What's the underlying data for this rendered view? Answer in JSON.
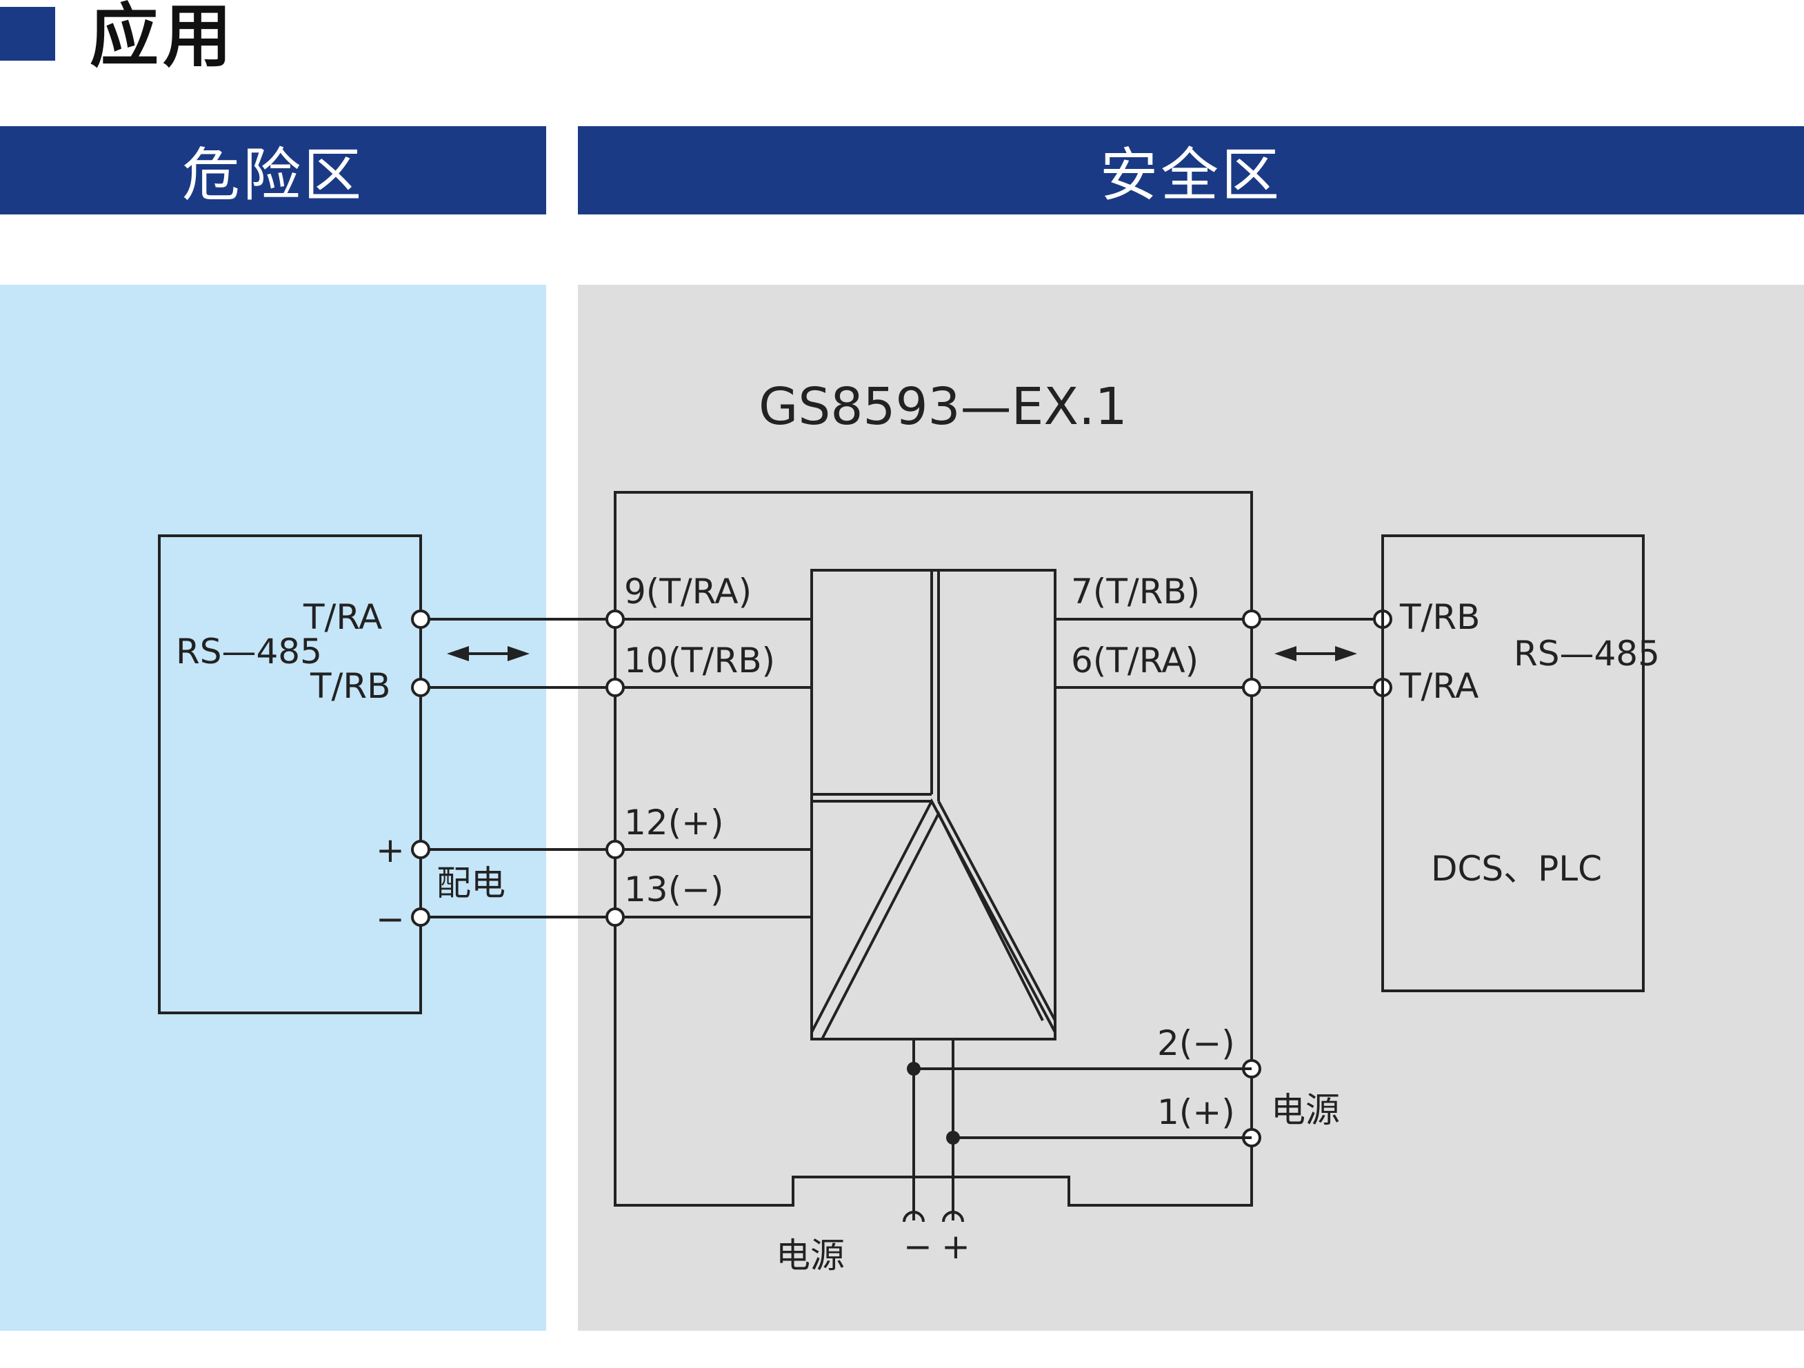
{
  "section": {
    "title": "应用"
  },
  "zones": {
    "hazard": "危险区",
    "safe": "安全区"
  },
  "module": {
    "title": "GS8593—EX.1",
    "terminals": {
      "t9": "9(T/RA)",
      "t10": "10(T/RB)",
      "t12": "12(+)",
      "t13": "13(−)",
      "t7": "7(T/RB)",
      "t6": "6(T/RA)",
      "t2": "2(−)",
      "t1": "1(+)"
    },
    "power_label": "电源",
    "bottom_power": {
      "label": "电源",
      "minus": "−",
      "plus": "+"
    }
  },
  "field_device": {
    "name": "RS—485",
    "tra": "T/RA",
    "trb": "T/RB",
    "plus": "+",
    "minus": "−",
    "power_label": "配电"
  },
  "host_device": {
    "protocol": "RS—485",
    "trb": "T/RB",
    "tra": "T/RA",
    "name": "DCS、PLC"
  },
  "colors": {
    "header_blue": "#1b3a86",
    "hazard_bg": "#c5e5f8",
    "safe_bg": "#dedede",
    "line": "#222222"
  }
}
